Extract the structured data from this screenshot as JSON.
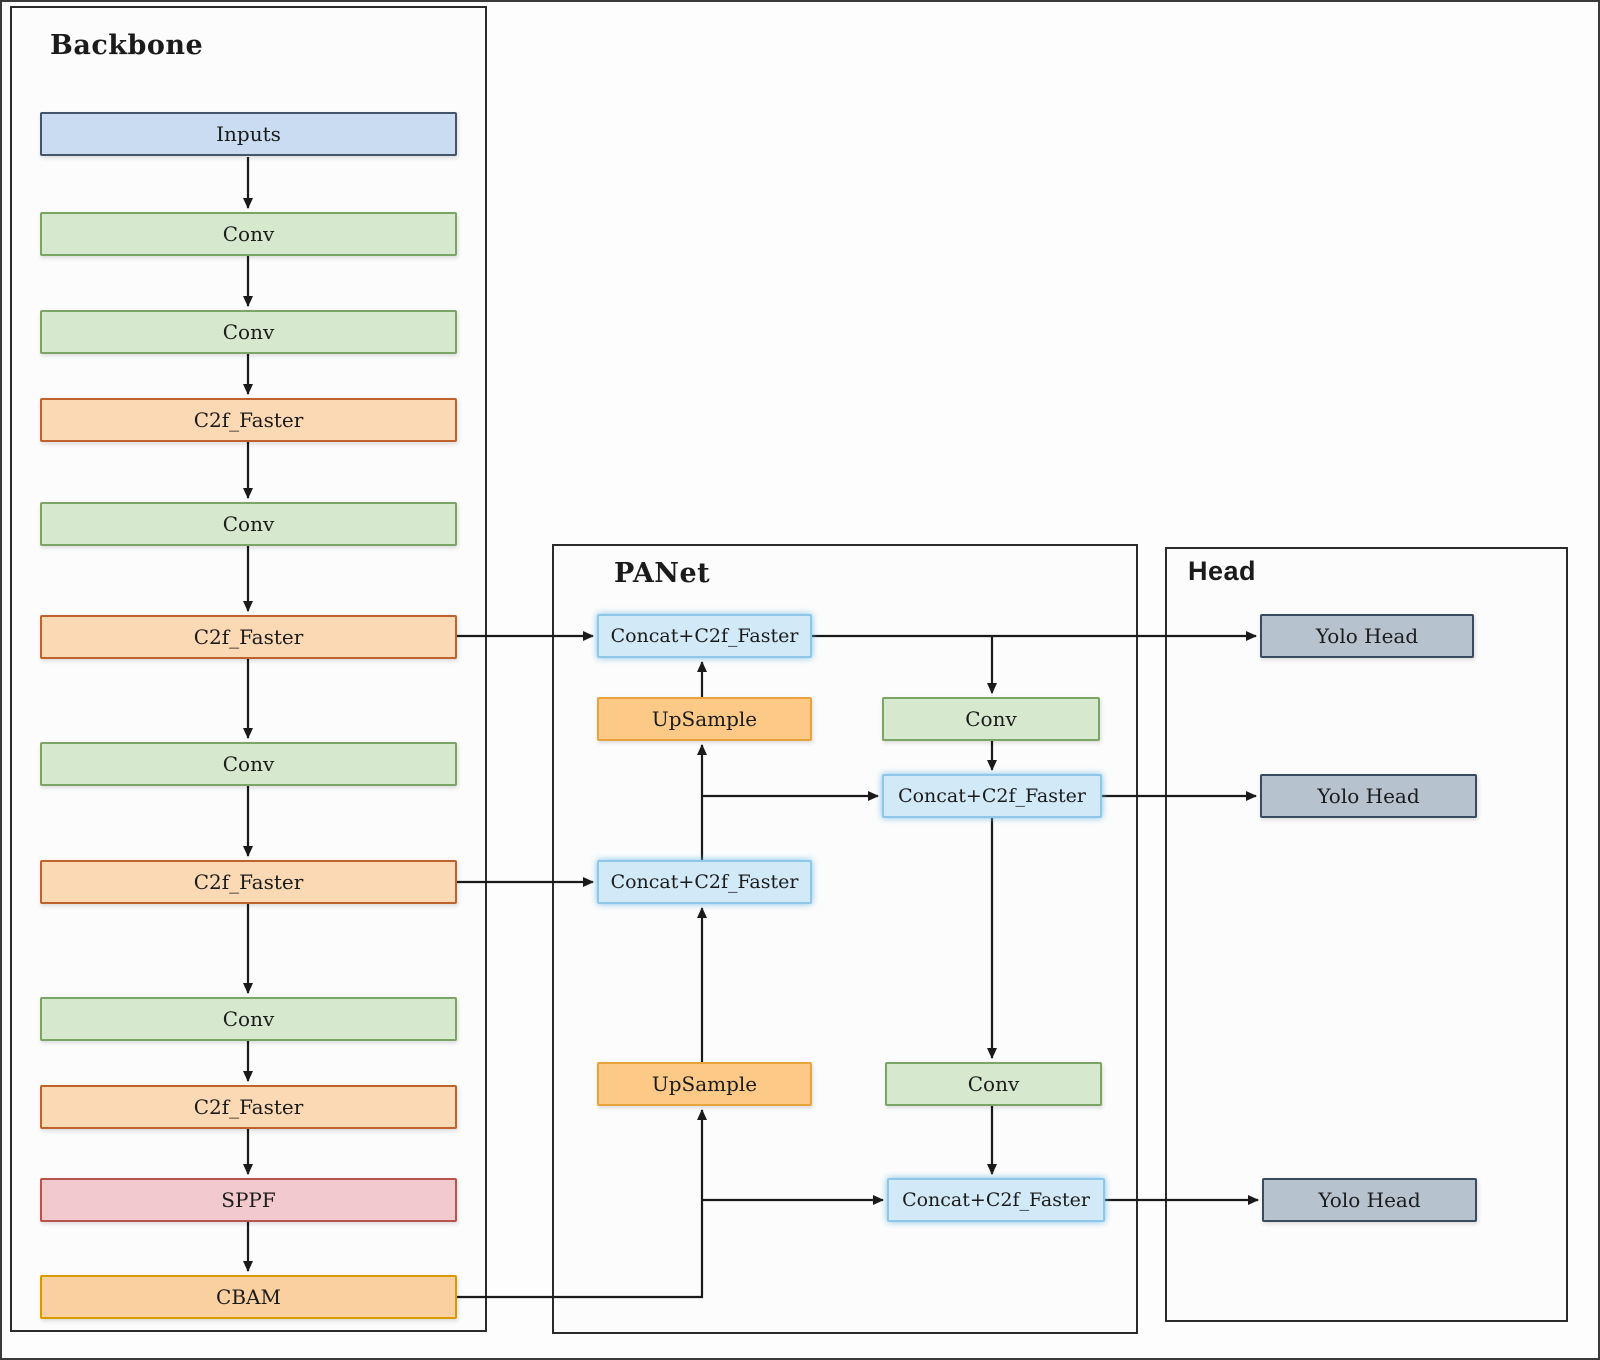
{
  "panels": {
    "backbone": {
      "title": "Backbone",
      "nodes": [
        {
          "id": "inputs",
          "label": "Inputs",
          "type": "input"
        },
        {
          "id": "conv-1",
          "label": "Conv",
          "type": "conv"
        },
        {
          "id": "conv-2",
          "label": "Conv",
          "type": "conv"
        },
        {
          "id": "c2f-1",
          "label": "C2f_Faster",
          "type": "c2f"
        },
        {
          "id": "conv-3",
          "label": "Conv",
          "type": "conv"
        },
        {
          "id": "c2f-2",
          "label": "C2f_Faster",
          "type": "c2f"
        },
        {
          "id": "conv-4",
          "label": "Conv",
          "type": "conv"
        },
        {
          "id": "c2f-3",
          "label": "C2f_Faster",
          "type": "c2f"
        },
        {
          "id": "conv-5",
          "label": "Conv",
          "type": "conv"
        },
        {
          "id": "c2f-4",
          "label": "C2f_Faster",
          "type": "c2f"
        },
        {
          "id": "sppf",
          "label": "SPPF",
          "type": "sppf"
        },
        {
          "id": "cbam",
          "label": "CBAM",
          "type": "cbam"
        }
      ]
    },
    "panet": {
      "title": "PANet",
      "nodes": [
        {
          "id": "panet-concat-1",
          "label": "Concat+C2f_Faster",
          "type": "concat"
        },
        {
          "id": "panet-upsample-1",
          "label": "UpSample",
          "type": "upsample"
        },
        {
          "id": "panet-conv-1",
          "label": "Conv",
          "type": "conv"
        },
        {
          "id": "panet-concat-3",
          "label": "Concat+C2f_Faster",
          "type": "concat"
        },
        {
          "id": "panet-concat-2",
          "label": "Concat+C2f_Faster",
          "type": "concat"
        },
        {
          "id": "panet-upsample-2",
          "label": "UpSample",
          "type": "upsample"
        },
        {
          "id": "panet-conv-2",
          "label": "Conv",
          "type": "conv"
        },
        {
          "id": "panet-concat-4",
          "label": "Concat+C2f_Faster",
          "type": "concat"
        }
      ]
    },
    "head": {
      "title": "Head",
      "nodes": [
        {
          "id": "yolo-head-1",
          "label": "Yolo Head",
          "type": "yolo"
        },
        {
          "id": "yolo-head-2",
          "label": "Yolo Head",
          "type": "yolo"
        },
        {
          "id": "yolo-head-3",
          "label": "Yolo Head",
          "type": "yolo"
        }
      ]
    }
  },
  "connections": [
    [
      "inputs",
      "conv-1"
    ],
    [
      "conv-1",
      "conv-2"
    ],
    [
      "conv-2",
      "c2f-1"
    ],
    [
      "c2f-1",
      "conv-3"
    ],
    [
      "conv-3",
      "c2f-2"
    ],
    [
      "c2f-2",
      "conv-4"
    ],
    [
      "conv-4",
      "c2f-3"
    ],
    [
      "c2f-3",
      "conv-5"
    ],
    [
      "conv-5",
      "c2f-4"
    ],
    [
      "c2f-4",
      "sppf"
    ],
    [
      "sppf",
      "cbam"
    ],
    [
      "c2f-2",
      "panet-concat-1"
    ],
    [
      "c2f-3",
      "panet-concat-2"
    ],
    [
      "cbam",
      "panet-upsample-2"
    ],
    [
      "cbam",
      "panet-concat-4"
    ],
    [
      "panet-upsample-2",
      "panet-concat-2"
    ],
    [
      "panet-concat-2",
      "panet-upsample-1"
    ],
    [
      "panet-concat-2",
      "panet-concat-3"
    ],
    [
      "panet-upsample-1",
      "panet-concat-1"
    ],
    [
      "panet-concat-1",
      "yolo-head-1"
    ],
    [
      "panet-concat-1",
      "panet-conv-1"
    ],
    [
      "panet-conv-1",
      "panet-concat-3"
    ],
    [
      "panet-concat-3",
      "yolo-head-2"
    ],
    [
      "panet-concat-3",
      "panet-conv-2"
    ],
    [
      "panet-conv-2",
      "panet-concat-4"
    ],
    [
      "panet-concat-4",
      "yolo-head-3"
    ]
  ],
  "colors": {
    "input_fill": "#c9dcf2",
    "conv_fill": "#d6e8cd",
    "c2f_fill": "#fbd9b4",
    "sppf_fill": "#f2c9cc",
    "cbam_fill": "#fbd0a0",
    "upsample_fill": "#fcc987",
    "concat_fill": "#d2e9f8",
    "yolo_fill": "#b6c2cd",
    "arrow": "#1a1a1a"
  }
}
